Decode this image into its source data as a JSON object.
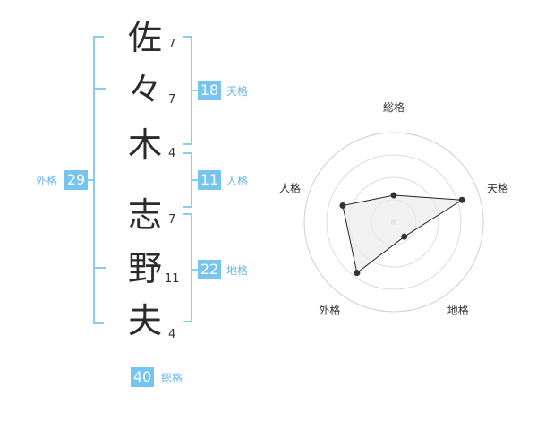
{
  "name": {
    "chars": [
      {
        "char": "佐",
        "strokes": "7"
      },
      {
        "char": "々",
        "strokes": "7"
      },
      {
        "char": "木",
        "strokes": "4"
      },
      {
        "char": "志",
        "strokes": "7"
      },
      {
        "char": "野",
        "strokes": "11"
      },
      {
        "char": "夫",
        "strokes": "4"
      }
    ]
  },
  "kakaku": {
    "tenkaku": {
      "value": "18",
      "label": "天格"
    },
    "jinkaku": {
      "value": "11",
      "label": "人格"
    },
    "chikaku": {
      "value": "22",
      "label": "地格"
    },
    "gaikaku": {
      "value": "29",
      "label": "外格"
    },
    "soukaku": {
      "value": "40",
      "label": "総格"
    }
  },
  "chart_data": {
    "type": "radar",
    "axes": [
      "総格",
      "天格",
      "地格",
      "外格",
      "人格"
    ],
    "values": [
      1.5,
      4,
      1,
      3.5,
      3
    ],
    "rmax": 5,
    "rings": 4,
    "grid": true
  },
  "colors": {
    "accent": "#76c4f0",
    "bracket": "#89cdf3",
    "radar_fill": "#ececec",
    "radar_line": "#222222"
  }
}
